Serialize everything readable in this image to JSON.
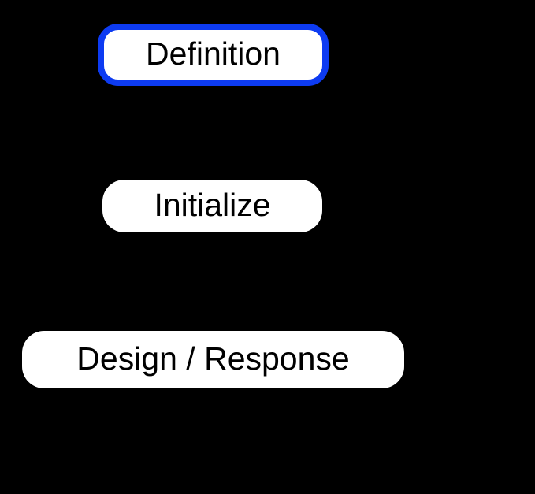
{
  "diagram": {
    "type": "flowchart",
    "background_color": "#000000",
    "colors": {
      "selection_border": "#0d3bf2",
      "node_fill": "#ffffff",
      "node_text": "#000000"
    },
    "nodes": [
      {
        "id": "definition",
        "label": "Definition",
        "selected": true
      },
      {
        "id": "initialize",
        "label": "Initialize",
        "selected": false
      },
      {
        "id": "design_response",
        "label": "Design / Response",
        "selected": false
      }
    ]
  }
}
